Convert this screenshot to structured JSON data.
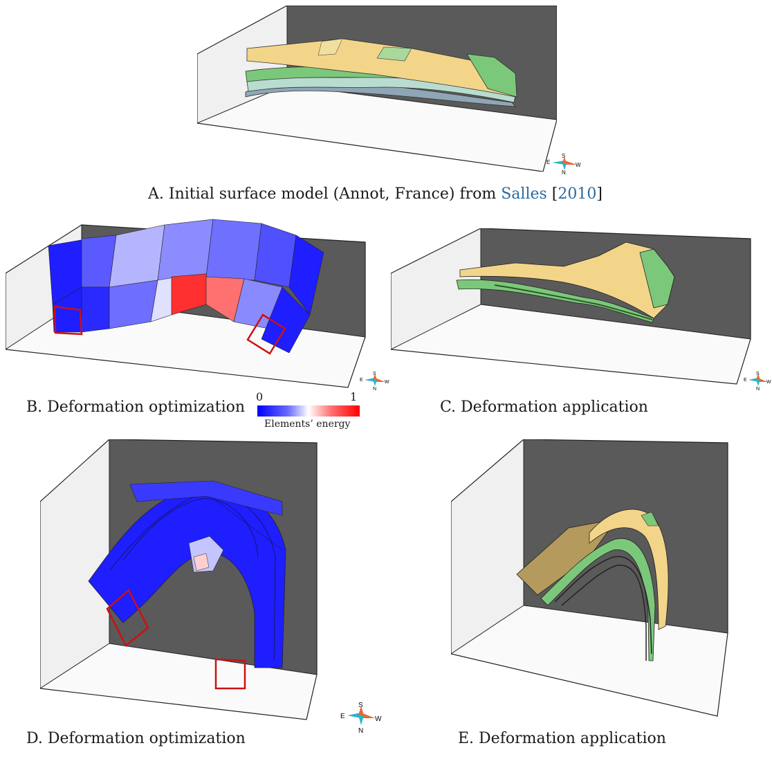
{
  "captions": {
    "a_prefix": "A. Initial surface model (Annot, France) from ",
    "a_author": "Salles",
    "a_bracket_open": " [",
    "a_year": "2010",
    "a_bracket_close": "]",
    "b": "B. Deformation optimization",
    "c": "C. Deformation application",
    "d": "D. Deformation optimization",
    "e": "E. Deformation application"
  },
  "colorbar": {
    "min": "0",
    "max": "1",
    "title": "Elements’ energy",
    "colors": [
      "#0000ff",
      "#ffffff",
      "#ff0000"
    ]
  },
  "compass": {
    "east": "E",
    "west": "W",
    "south": "S",
    "north": "N"
  },
  "colors": {
    "back_wall": "#5a5a5a",
    "side_wall": "#f0f0f0",
    "floor": "#fafafa",
    "strata_yellow": "#f3d58a",
    "strata_green": "#7cc87a",
    "element_blue": "#1e1eff",
    "element_red": "#ff2a2a",
    "fixed_outline": "#cc1111",
    "link": "#2a6a9e"
  }
}
